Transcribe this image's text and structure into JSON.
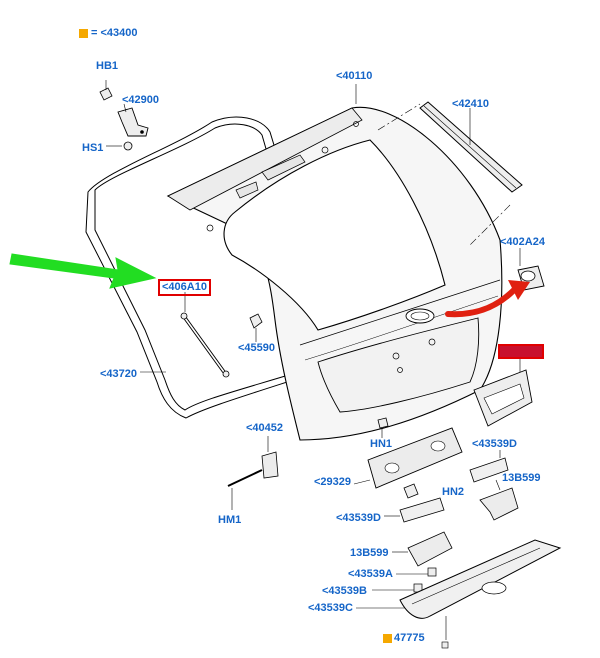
{
  "legend": {
    "marker_color": "#f5a800",
    "text": "= <43400"
  },
  "labels": {
    "hb1": "HB1",
    "p42900": "<42900",
    "hs1": "HS1",
    "p40110": "<40110",
    "p42410": "<42410",
    "p402a24": "<402A24",
    "p406a10": "<406A10",
    "p45590": "<45590",
    "p43720": "<43720",
    "p40452": "<40452",
    "hn1": "HN1",
    "p43539d_right": "<43539D",
    "p29329": "<29329",
    "hn2": "HN2",
    "p13b599_right": "13B599",
    "hm1": "HM1",
    "p43539d_left": "<43539D",
    "p13b599_left": "13B599",
    "p43539a": "<43539A",
    "p43539b": "<43539B",
    "p43539c": "<43539C",
    "p47775": "47775"
  },
  "colors": {
    "label_blue": "#1565c8",
    "highlight_red": "#e00000",
    "green_arrow": "#22dd22",
    "red_arrow": "#e02010",
    "part_fill": "#f4f4f4",
    "line": "#000000"
  }
}
